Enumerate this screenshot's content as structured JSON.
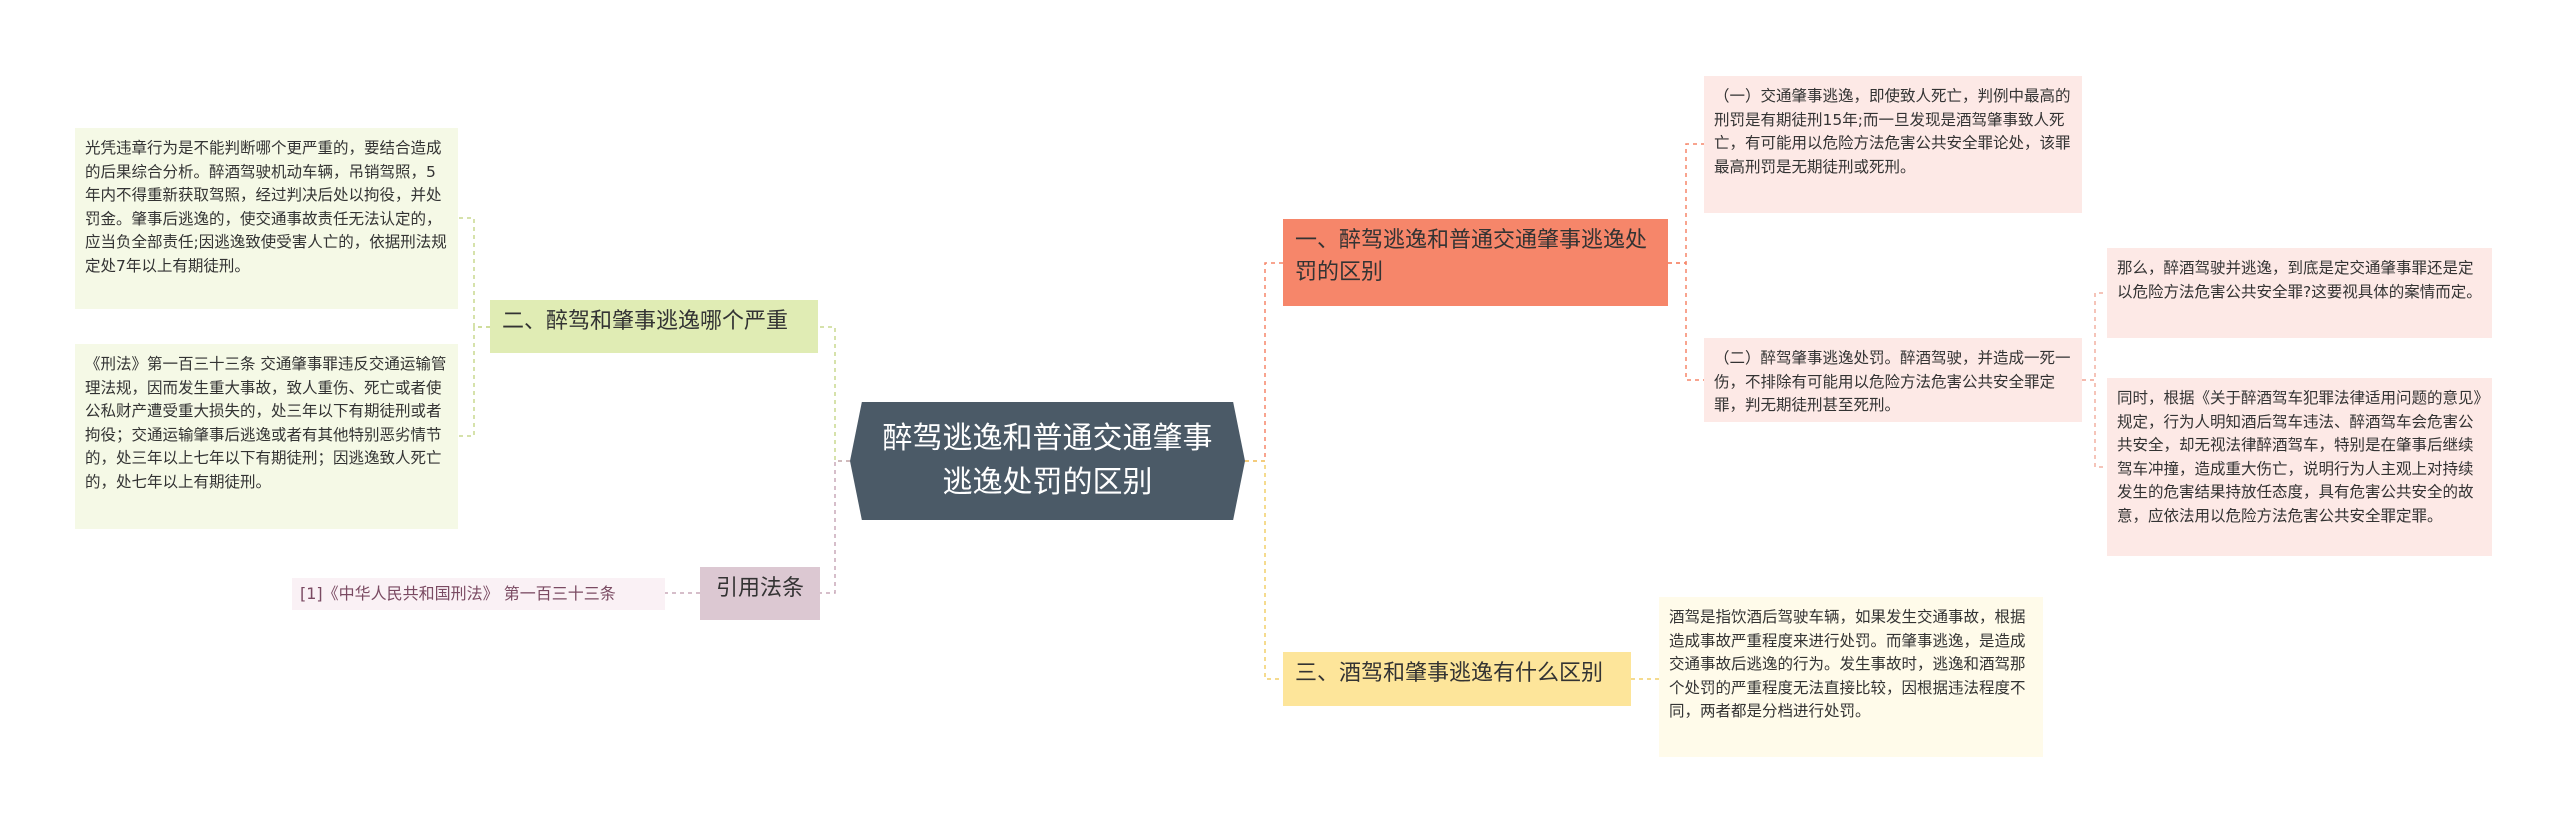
{
  "root": {
    "title": "醉驾逃逸和普通交通肇事逃逸处罚的区别"
  },
  "branches": {
    "b1": "一、醉驾逃逸和普通交通肇事逃逸处罚的区别",
    "b2": "二、醉驾和肇事逃逸哪个严重",
    "b3": "三、酒驾和肇事逃逸有什么区别",
    "b4": "引用法条"
  },
  "leaves": {
    "l1": "（一）交通肇事逃逸，即使致人死亡，判例中最高的刑罚是有期徒刑15年;而一旦发现是酒驾肇事致人死亡，有可能用以危险方法危害公共安全罪论处，该罪最高刑罚是无期徒刑或死刑。",
    "l2": "（二）醉驾肇事逃逸处罚。醉酒驾驶，并造成一死一伤，不排除有可能用以危险方法危害公共安全罪定罪，判无期徒刑甚至死刑。",
    "l3": "那么，醉酒驾驶并逃逸，到底是定交通肇事罪还是定以危险方法危害公共安全罪?这要视具体的案情而定。",
    "l4": "同时，根据《关于醉酒驾车犯罪法律适用问题的意见》规定，行为人明知酒后驾车违法、醉酒驾车会危害公共安全，却无视法律醉酒驾车，特别是在肇事后继续驾车冲撞，造成重大伤亡，说明行为人主观上对持续发生的危害结果持放任态度，具有危害公共安全的故意，应依法用以危险方法危害公共安全罪定罪。",
    "l5": "酒驾是指饮酒后驾驶车辆，如果发生交通事故，根据造成事故严重程度来进行处罚。而肇事逃逸，是造成交通事故后逃逸的行为。发生事故时，逃逸和酒驾那个处罚的严重程度无法直接比较，因根据违法程度不同，两者都是分档进行处罚。",
    "l6": "光凭违章行为是不能判断哪个更严重的，要结合造成的后果综合分析。醉酒驾驶机动车辆，吊销驾照，5年内不得重新获取驾照，经过判决后处以拘役，并处罚金。肇事后逃逸的，使交通事故责任无法认定的，应当负全部责任;因逃逸致使受害人亡的，依据刑法规定处7年以上有期徒刑。",
    "l7": "《刑法》第一百三十三条 交通肇事罪违反交通运输管理法规，因而发生重大事故，致人重伤、死亡或者使公私财产遭受重大损失的，处三年以下有期徒刑或者拘役；交通运输肇事后逃逸或者有其他特别恶劣情节的，处三年以上七年以下有期徒刑；因逃逸致人死亡的，处七年以上有期徒刑。"
  },
  "reference": "[1]《中华人民共和国刑法》 第一百三十三条",
  "colors": {
    "root": "#4b5a67",
    "branch1": "#f6866a",
    "branch2": "#e0ecb4",
    "branch3": "#fde59a",
    "branch4": "#dcc8d2",
    "leaf_pink": "#fde9e6",
    "leaf_green": "#f5f9e6",
    "leaf_yellow": "#fffbea"
  }
}
